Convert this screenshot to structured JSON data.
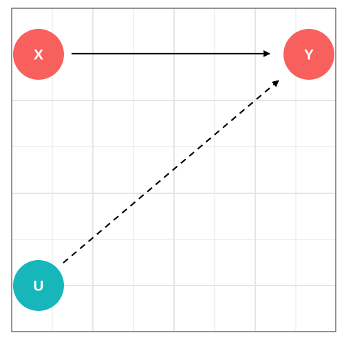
{
  "diagram": {
    "type": "causal-dag",
    "background": "#ffffff",
    "frame_color": "#4d4d4d",
    "grid": true,
    "grid_color": "#e5e5e5",
    "label_color": "#ffffff",
    "nodes": [
      {
        "id": "X",
        "label": "X",
        "color": "#f8605e"
      },
      {
        "id": "Y",
        "label": "Y",
        "color": "#f8605e"
      },
      {
        "id": "U",
        "label": "U",
        "color": "#17b6ba"
      }
    ],
    "edges": [
      {
        "from": "X",
        "to": "Y",
        "style": "solid",
        "color": "#000000"
      },
      {
        "from": "U",
        "to": "Y",
        "style": "dashed",
        "color": "#000000"
      }
    ]
  }
}
